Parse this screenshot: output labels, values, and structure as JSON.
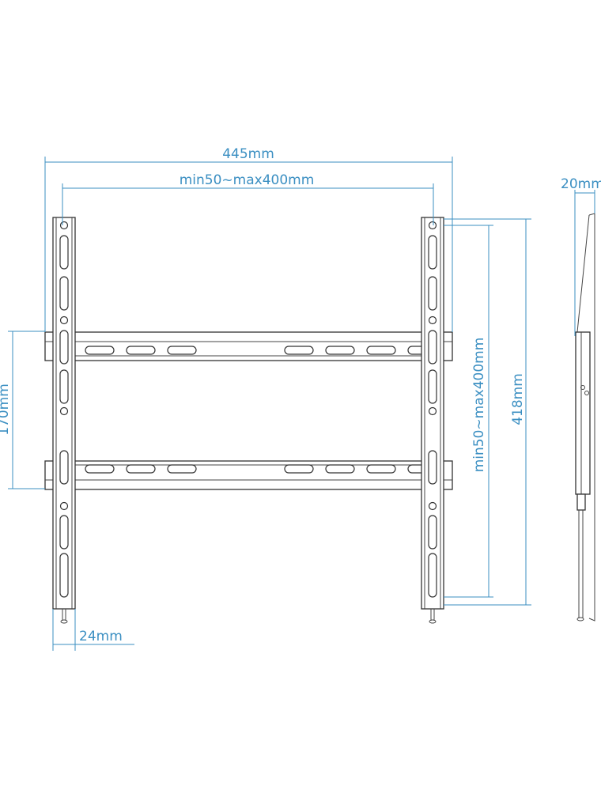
{
  "dimensions": {
    "overall_width": "445mm",
    "vesa_horizontal": "min50~max400mm",
    "overall_height": "418mm",
    "vesa_vertical": "min50~max400mm",
    "bar_span": "170mm",
    "rail_width": "24mm",
    "profile_depth": "20mm"
  },
  "colors": {
    "dimension_lines": "#3b8fc2",
    "drawing_lines": "#333333"
  }
}
